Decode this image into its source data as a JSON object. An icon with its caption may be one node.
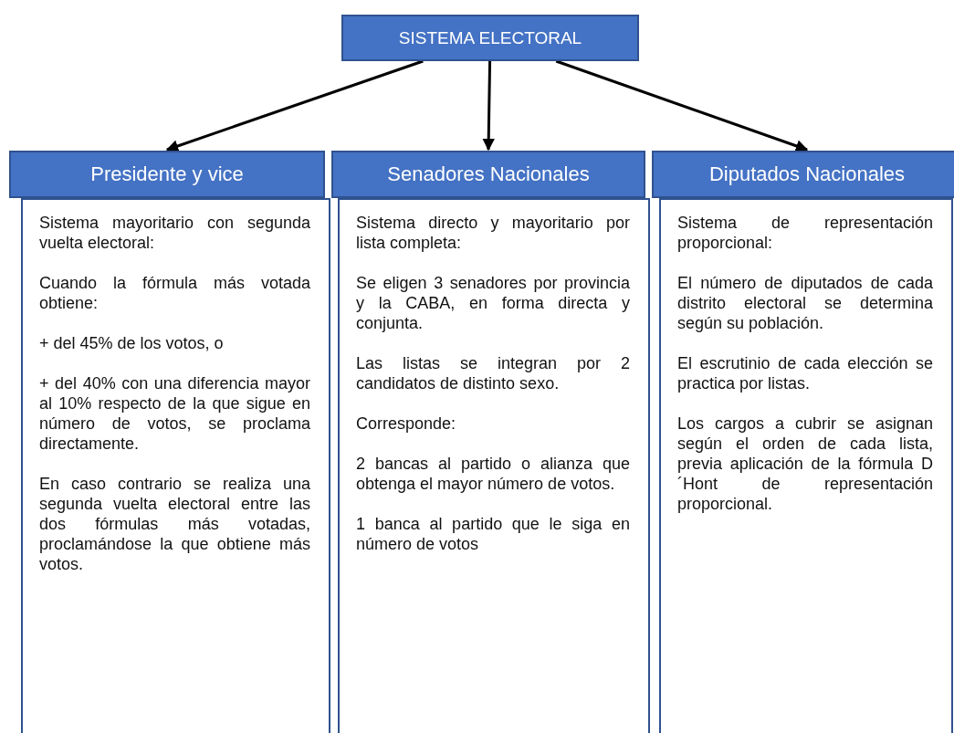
{
  "diagram": {
    "nodes": [
      {
        "text": [
          "SISTEMA ELECTORAL"
        ]
      },
      {
        "text": [
          "Presidente y vice"
        ]
      },
      {
        "text": [
          "Sistema mayoritario con segunda vuelta electoral:",
          "Cuando la fórmula más votada obtiene:",
          "+ del 45% de los votos, o",
          "+ del 40% con una diferencia mayor al 10% respecto de la que sigue en número de votos, se proclama directamente.",
          "En caso contrario se realiza una segunda vuelta electoral entre las dos fórmulas más votadas, proclamándose la que obtiene más votos."
        ]
      },
      {
        "text": [
          "Senadores Nacionales"
        ]
      },
      {
        "text": [
          "Sistema directo y mayoritario por lista completa:",
          "Se eligen 3 senadores por provincia y la CABA, en forma directa y conjunta.",
          "Las listas se integran por 2 candidatos de distinto sexo.",
          "Corresponde:",
          "2 bancas al partido o alianza que obtenga el mayor número de votos.",
          "1 banca al partido que le siga en número de votos"
        ]
      },
      {
        "text": [
          "Diputados Nacionales"
        ]
      },
      {
        "text": [
          "Sistema de representación proporcional:",
          "El número de diputados de cada distrito electoral se determina según su población.",
          "El escrutinio de cada elección se practica por listas.",
          "Los cargos a cubrir se asignan según el orden de cada lista, previa aplicación de la fórmula D´Hont de representación proporcional."
        ]
      }
    ],
    "edges": [
      {
        "from": 0,
        "to": 1,
        "arrow": "to"
      },
      {
        "from": 0,
        "to": 3,
        "arrow": "to"
      },
      {
        "from": 0,
        "to": 5,
        "arrow": "to"
      }
    ]
  }
}
